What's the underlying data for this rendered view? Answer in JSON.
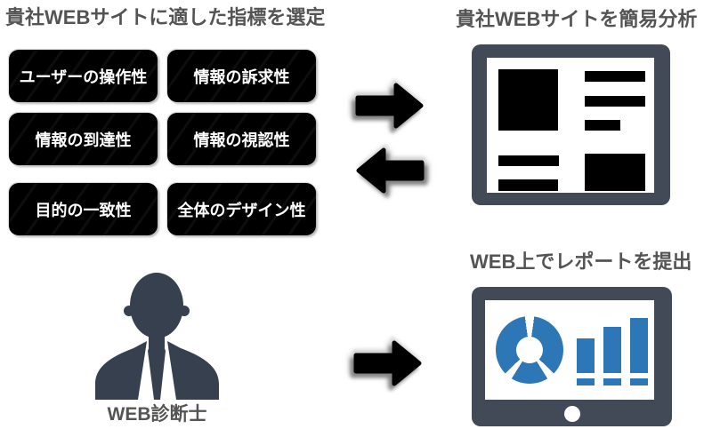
{
  "selection": {
    "title": "貴社WEBサイトに適した指標を選定",
    "metrics": [
      "ユーザーの操作性",
      "情報の訴求性",
      "情報の到達性",
      "情報の視認性",
      "目的の一致性",
      "全体のデザイン性"
    ]
  },
  "analysis": {
    "title": "貴社WEBサイトを簡易分析"
  },
  "report": {
    "title": "WEB上でレポートを提出"
  },
  "diagnostician": {
    "label": "WEB診断士"
  },
  "icons": {
    "flow_forward": "arrow-right-icon",
    "flow_back": "arrow-left-icon",
    "analysis": "website-wireframe-icon",
    "report": "monitor-charts-icon",
    "diagnostician": "businessman-icon"
  },
  "colors": {
    "metric_box_bg": "#000000",
    "metric_box_text": "#ffffff",
    "heading_text": "#545454",
    "frame_slate": "#414a56",
    "person_silhouette": "#37404f",
    "chart_blue": "#2e77b6",
    "arrow": "#000000"
  }
}
